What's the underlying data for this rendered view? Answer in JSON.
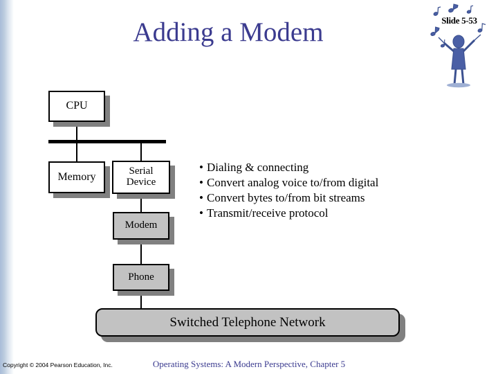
{
  "slide": {
    "title": "Adding a Modem",
    "number_label": "Slide 5-53",
    "clipart_name": "conductor-music-notes-clipart"
  },
  "diagram": {
    "boxes": [
      {
        "id": "cpu",
        "label": "CPU",
        "fill": "#ffffff"
      },
      {
        "id": "memory",
        "label": "Memory",
        "fill": "#ffffff"
      },
      {
        "id": "serial-device",
        "label": "Serial\nDevice",
        "fill": "#ffffff"
      },
      {
        "id": "modem",
        "label": "Modem",
        "fill": "#c2c2c2"
      },
      {
        "id": "phone",
        "label": "Phone",
        "fill": "#c2c2c2"
      }
    ],
    "serial_device_line1": "Serial",
    "serial_device_line2": "Device",
    "network_label": "Switched Telephone Network",
    "border_color": "#000000",
    "shadow_color": "#808080"
  },
  "bullets": {
    "marker": "•",
    "items": [
      "Dialing & connecting",
      "Convert analog voice to/from digital",
      "Convert bytes to/from bit streams",
      "Transmit/receive protocol"
    ]
  },
  "footer": {
    "copyright": "Copyright © 2004 Pearson Education, Inc.",
    "book": "Operating Systems: A Modern Perspective, Chapter 5"
  },
  "colors": {
    "title": "#3b3b8f",
    "stripe_start": "#a8bcd8",
    "box_gray": "#c2c2c2",
    "shadow": "#808080"
  }
}
